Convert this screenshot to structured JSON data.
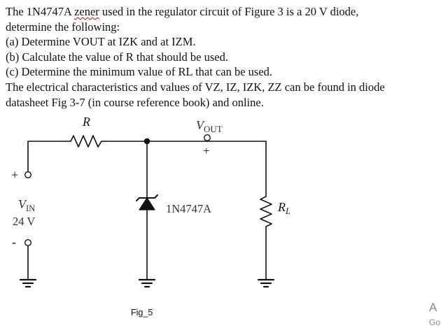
{
  "problem": {
    "lines": [
      {
        "before": "The 1N4747A ",
        "highlight": "zener",
        "after": " used in the regulator circuit of Figure 3 is a 20 V diode,"
      },
      {
        "text": "determine the following:"
      },
      {
        "text": "(a) Determine VOUT at IZK and at IZM."
      },
      {
        "text": "(b) Calculate the value of R that should be used."
      },
      {
        "text": " (c) Determine the minimum value of RL that can be used."
      },
      {
        "text": "The electrical characteristics and values of VZ, IZ, IZK, ZZ can be found in diode"
      },
      {
        "text": "datasheet Fig 3-7 (in course reference book) and online."
      }
    ]
  },
  "circuit": {
    "resistor_label": "R",
    "vout_label": {
      "main": "V",
      "sub": "OUT"
    },
    "vout_polarity": "+",
    "vin_plus": "+",
    "vin_label": {
      "main": "V",
      "sub": "IN"
    },
    "vin_value": "24 V",
    "vin_minus": "-",
    "zener_part": "1N4747A",
    "load_label": {
      "main": "R",
      "sub": "L"
    }
  },
  "caption": "Fig_5",
  "watermark": {
    "line1": "A",
    "line2": "Go"
  }
}
